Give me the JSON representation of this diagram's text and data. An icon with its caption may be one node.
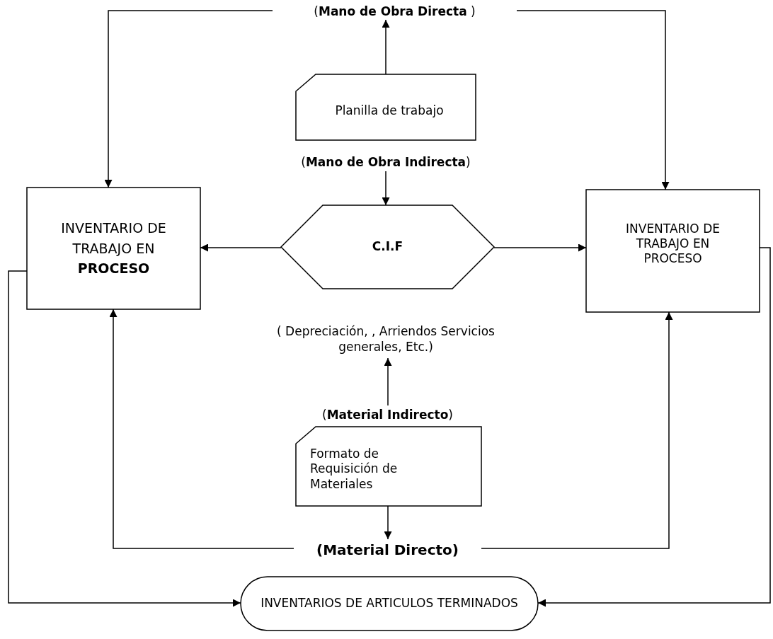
{
  "diagram": {
    "nodes": [
      {
        "text": [
          "(**Mano de Obra Directa** )"
        ]
      },
      {
        "text": [
          "Planilla de trabajo"
        ]
      },
      {
        "text": [
          "(**Mano de Obra Indirecta**)"
        ]
      },
      {
        "text": [
          "INVENTARIO DE TRABAJO EN **PROCESO**"
        ]
      },
      {
        "text": [
          "C.I.F"
        ]
      },
      {
        "text": [
          "INVENTARIO DE TRABAJO EN PROCESO"
        ]
      },
      {
        "text": [
          "( Depreciación, , Arriendos Servicios generales, Etc.)"
        ]
      },
      {
        "text": [
          "(**Material Indirecto**)"
        ]
      },
      {
        "text": [
          "Formato de Requisición de Materiales"
        ]
      },
      {
        "text": [
          "(Material Directo)"
        ]
      },
      {
        "text": [
          "INVENTARIOS DE ARTICULOS TERMINADOS"
        ]
      }
    ],
    "edges": [
      {
        "from": 0,
        "to": 3,
        "arrow": "to"
      },
      {
        "from": 0,
        "to": 5,
        "arrow": "to"
      },
      {
        "from": 1,
        "to": 0,
        "arrow": "to"
      },
      {
        "from": 2,
        "to": 4,
        "arrow": "to"
      },
      {
        "from": 4,
        "to": 3,
        "arrow": "to"
      },
      {
        "from": 4,
        "to": 5,
        "arrow": "to"
      },
      {
        "from": 7,
        "to": 6,
        "arrow": "to"
      },
      {
        "from": 8,
        "to": 9,
        "arrow": "to"
      },
      {
        "from": 9,
        "to": 3,
        "arrow": "to"
      },
      {
        "from": 9,
        "to": 5,
        "arrow": "to"
      },
      {
        "from": 3,
        "to": 10,
        "arrow": "to"
      },
      {
        "from": 5,
        "to": 10,
        "arrow": "to"
      }
    ]
  }
}
